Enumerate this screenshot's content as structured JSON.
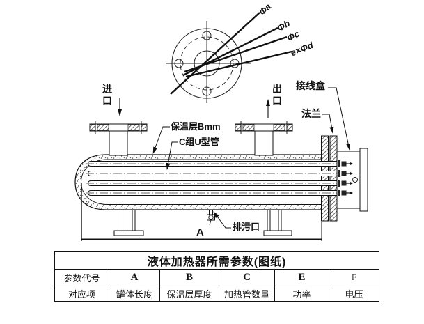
{
  "drawing": {
    "dim_labels": {
      "phi_a": "Φa",
      "phi_b": "Φb",
      "phi_c": "Φc",
      "e_phi_d": "e×Φd",
      "length_a": "A"
    },
    "part_labels": {
      "inlet": "进口",
      "outlet": "出口",
      "junction_box": "接线盒",
      "flange": "法兰",
      "insulation_layer": "保温层Bmm",
      "u_tube_group": "C组U型管",
      "drain_outlet": "排污口"
    }
  },
  "table": {
    "title": "液体加热器所需参数(图纸)",
    "rows": [
      [
        "参数代号",
        "A",
        "B",
        "C",
        "E",
        "F"
      ],
      [
        "对应项",
        "罐体长度",
        "保温层厚度",
        "加热管数量",
        "功率",
        "电压"
      ]
    ]
  },
  "colors": {
    "line": "#111111",
    "background": "#ffffff"
  }
}
